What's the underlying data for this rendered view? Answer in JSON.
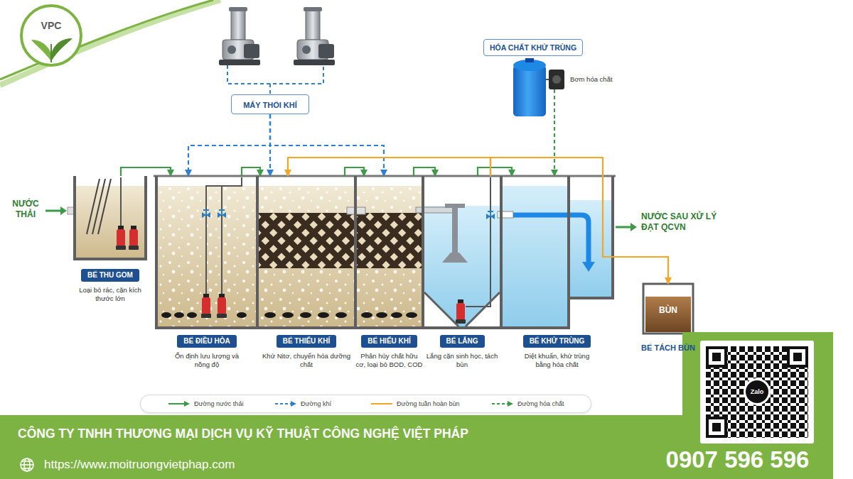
{
  "diagram": {
    "nodes": [
      {
        "text": [
          "MÁY THỔI KHÍ"
        ]
      },
      {
        "text": [
          "HÓA CHẤT KHỬ TRÙNG"
        ]
      },
      {
        "text": [
          "BỂ THU GOM",
          "Loại bỏ rác, cặn kích thước lớn"
        ]
      },
      {
        "text": [
          "BỂ ĐIỀU HÒA",
          "Ổn định lưu lượng và nồng độ"
        ]
      },
      {
        "text": [
          "BỂ THIẾU KHÍ",
          "Khử Nitơ, chuyển hóa dưỡng chất"
        ]
      },
      {
        "text": [
          "BỂ HIẾU KHÍ",
          "Phân hủy chất hữu cơ, loại bỏ BOD, COD"
        ]
      },
      {
        "text": [
          "BỂ LẮNG",
          "Lắng cặn sinh học, tách bùn"
        ]
      },
      {
        "text": [
          "BỂ KHỬ TRÙNG",
          "Diệt khuẩn, khử trùng bằng hóa chất"
        ]
      },
      {
        "text": [
          "BÙN",
          "BỂ TÁCH BÙN"
        ]
      }
    ],
    "edges": [
      {
        "from": 0,
        "to": 3,
        "arrow": "to"
      },
      {
        "from": 0,
        "to": 4,
        "arrow": "to"
      },
      {
        "from": 0,
        "to": 5,
        "arrow": "to"
      },
      {
        "from": 1,
        "to": 7,
        "arrow": "to"
      },
      {
        "from": 2,
        "to": 3,
        "arrow": "to"
      },
      {
        "from": 3,
        "to": 4,
        "arrow": "to"
      },
      {
        "from": 4,
        "to": 5,
        "arrow": "to"
      },
      {
        "from": 5,
        "to": 6,
        "arrow": "to"
      },
      {
        "from": 6,
        "to": 7,
        "arrow": "to"
      },
      {
        "from": 6,
        "to": 4,
        "arrow": "to"
      },
      {
        "from": 6,
        "to": 8,
        "arrow": "to"
      }
    ],
    "labels": [
      "VPC",
      "Bơm hóa chất",
      "NƯỚC THẢI",
      "NƯỚC SAU XỬ LÝ ĐẠT QCVN",
      "Zalo",
      "CÔNG TY TNHH THƯƠNG MẠI DỊCH VỤ KỸ THUẬT CÔNG NGHỆ VIỆT PHÁP",
      "https://www.moitruongvietphap.com",
      "0907 596 596"
    ],
    "legend": [
      {
        "text": "Đường nước thải"
      },
      {
        "text": "Đường khí"
      },
      {
        "text": "Đường tuần hoàn bùn"
      },
      {
        "text": "Đường hóa chất"
      }
    ]
  }
}
